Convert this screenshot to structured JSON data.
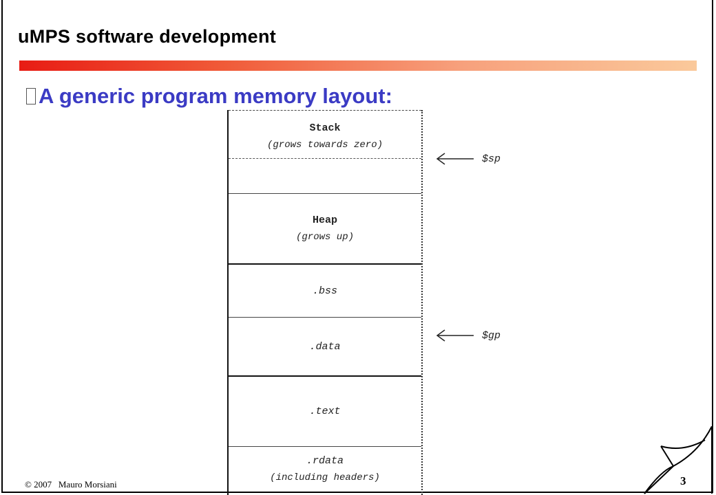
{
  "slide": {
    "title": "uMPS software development",
    "bullet": "A generic program memory layout:"
  },
  "memory_layout": {
    "segments": [
      {
        "id": "stack",
        "name": "Stack",
        "sub": "(grows towards zero)"
      },
      {
        "id": "gap",
        "name": "",
        "sub": ""
      },
      {
        "id": "heap",
        "name": "Heap",
        "sub": "(grows up)"
      },
      {
        "id": "bss",
        "name": ".bss"
      },
      {
        "id": "data",
        "name": ".data"
      },
      {
        "id": "text",
        "name": ".text"
      },
      {
        "id": "rdata",
        "name": ".rdata",
        "sub": "(including headers)"
      }
    ],
    "pointers": [
      {
        "register": "$sp"
      },
      {
        "register": "$gp"
      }
    ]
  },
  "footer": {
    "copyright": "© 2007   Mauro Morsiani",
    "page_number": "3"
  },
  "colors": {
    "bullet_text": "#3b3bc4",
    "bar_start": "#e81c14",
    "bar_end": "#fac99b"
  }
}
